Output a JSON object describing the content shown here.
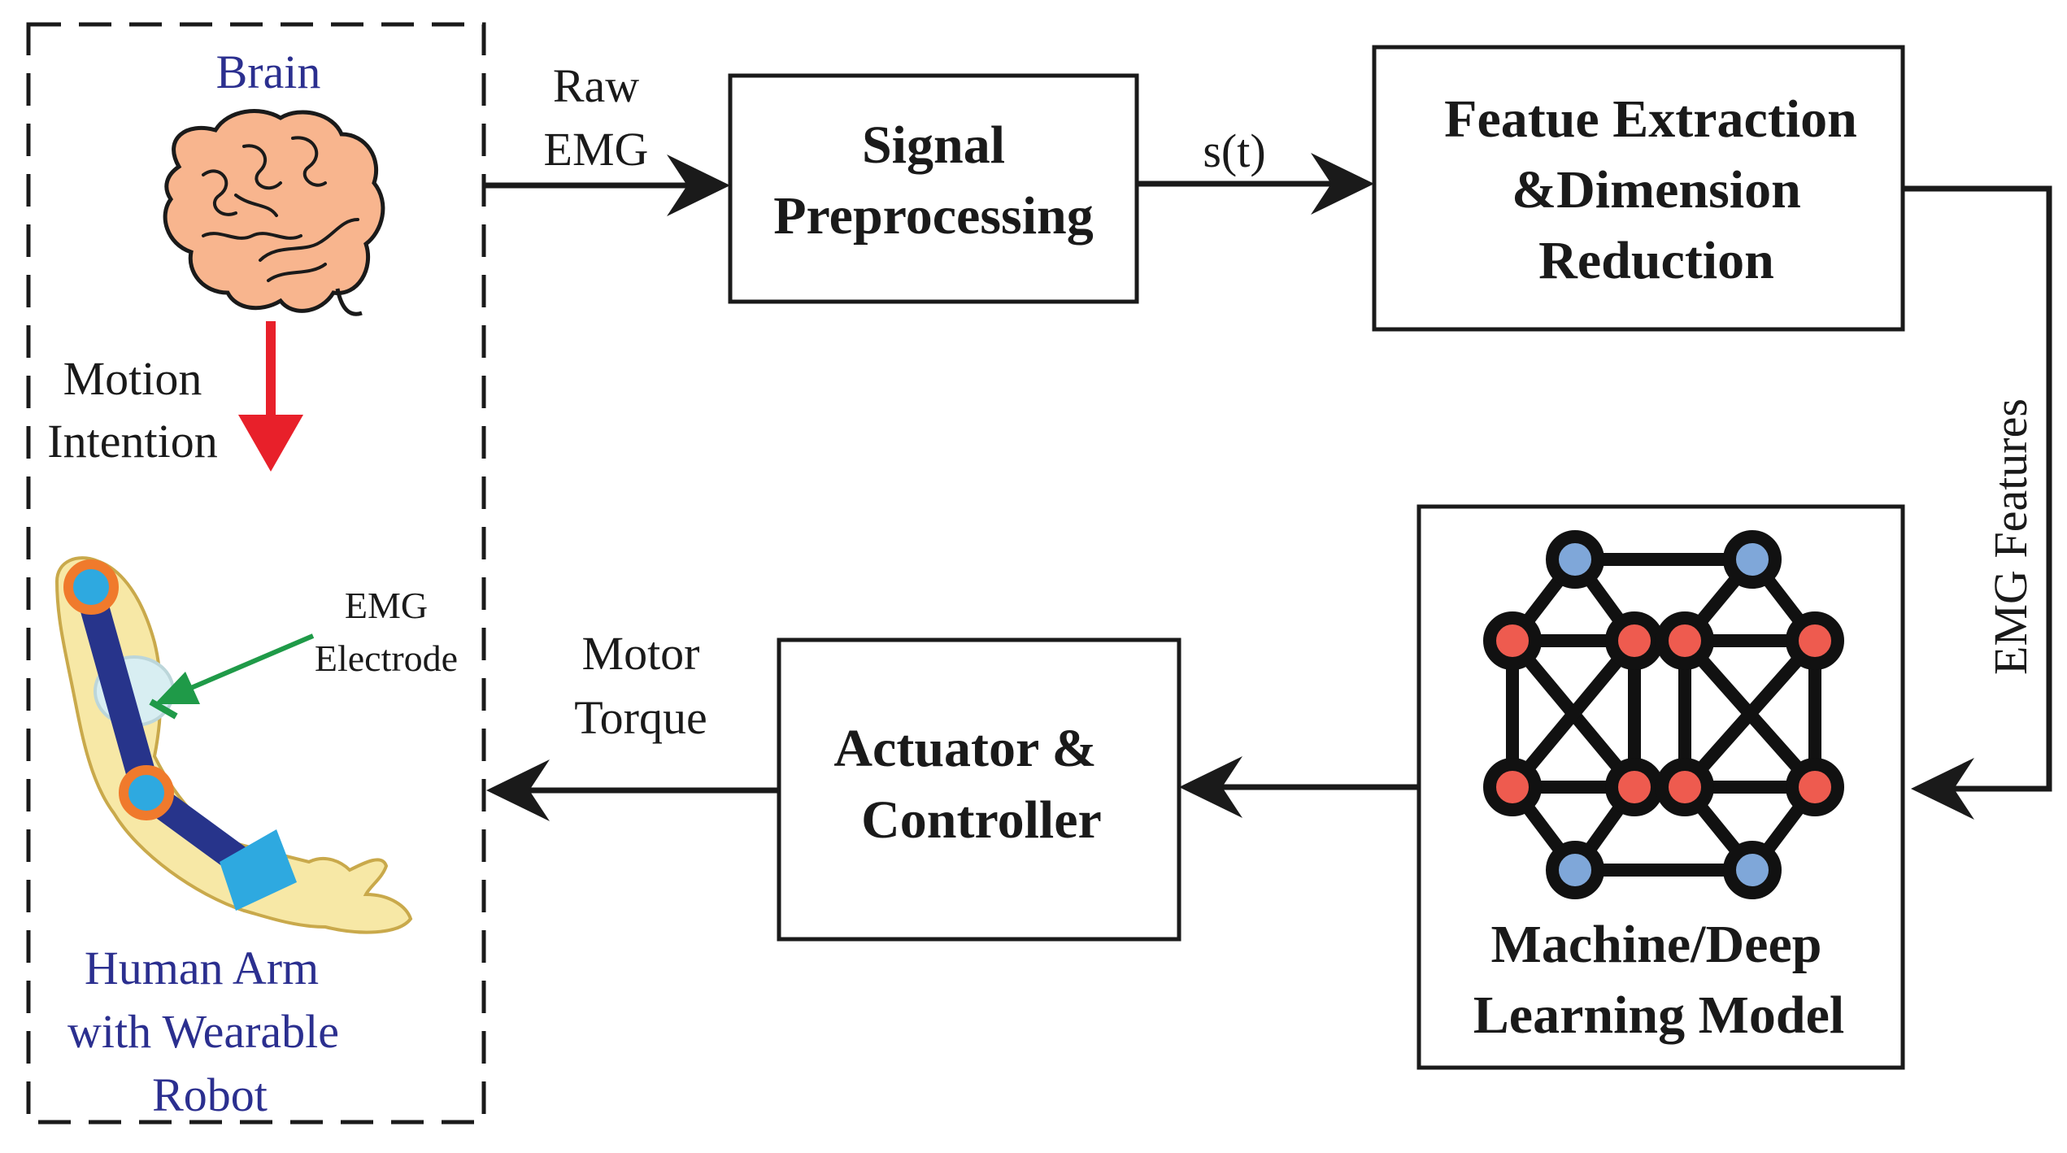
{
  "left_panel": {
    "brain_label": "Brain",
    "motion_intention": [
      "Motion",
      "Intention"
    ],
    "emg_electrode": [
      "EMG",
      "Electrode"
    ],
    "arm_label": [
      "Human Arm",
      "with Wearable",
      "Robot"
    ]
  },
  "edges": {
    "raw_emg": [
      "Raw",
      "EMG"
    ],
    "st": "s(t)",
    "emg_features": "EMG Features",
    "motor_torque": [
      "Motor",
      "Torque"
    ]
  },
  "boxes": {
    "signal_preprocessing": [
      "Signal",
      "Preprocessing"
    ],
    "feature_extraction": [
      "Featue Extraction",
      "&Dimension",
      "Reduction"
    ],
    "ml_model": [
      "Machine/Deep",
      "Learning Model"
    ],
    "actuator": [
      "Actuator &",
      "Controller"
    ]
  },
  "colors": {
    "intention_arrow": "#e8202a",
    "electrode_arrow": "#1f9a48",
    "label_blue": "#2b2f8f",
    "node_red": "#ee5b4f",
    "node_blue": "#7fa7d9",
    "arm_yellow": "#f7e8a6",
    "brace_navy": "#27348b",
    "joint_orange": "#f07a2c",
    "cuff_cyan": "#2ea9e0"
  }
}
